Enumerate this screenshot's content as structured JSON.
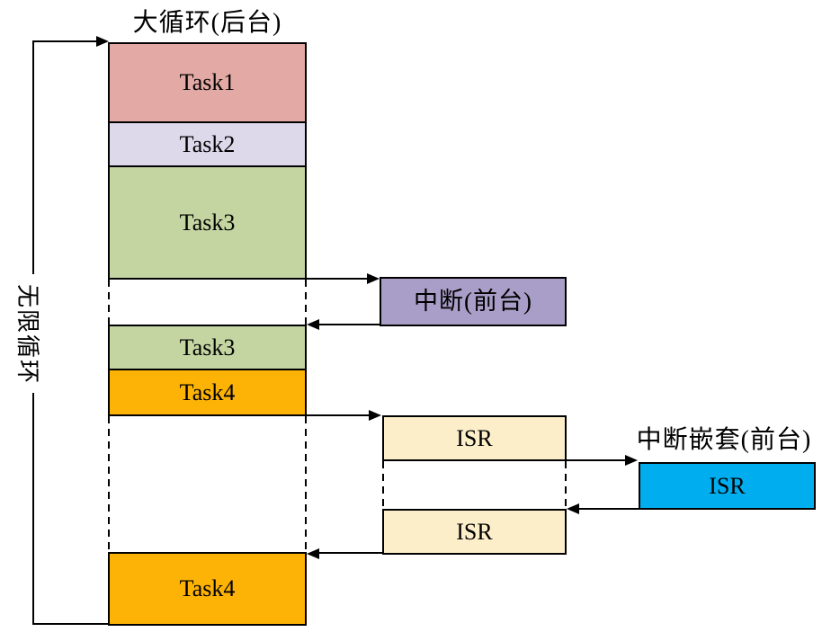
{
  "diagram": {
    "background_title": "大循环(后台)",
    "nested_title": "中断嵌套(前台)",
    "loop_label": "无限循环",
    "interrupt_label": "中断(前台)",
    "tasks": [
      {
        "label": "Task1"
      },
      {
        "label": "Task2"
      },
      {
        "label": "Task3"
      },
      {
        "label": "Task3"
      },
      {
        "label": "Task4"
      },
      {
        "label": "Task4"
      }
    ],
    "isr_boxes": [
      {
        "label": "ISR"
      },
      {
        "label": "ISR"
      },
      {
        "label": "ISR"
      }
    ]
  },
  "colors": {
    "task1": "#E3AAA5",
    "task2": "#DDD8EA",
    "task3": "#C4D5A2",
    "task4": "#FCB305",
    "interrupt": "#A89EC7",
    "isr": "#FCEEC9",
    "isr_nested": "#00AEEF",
    "line": "#000000",
    "background": "#FFFFFF"
  }
}
